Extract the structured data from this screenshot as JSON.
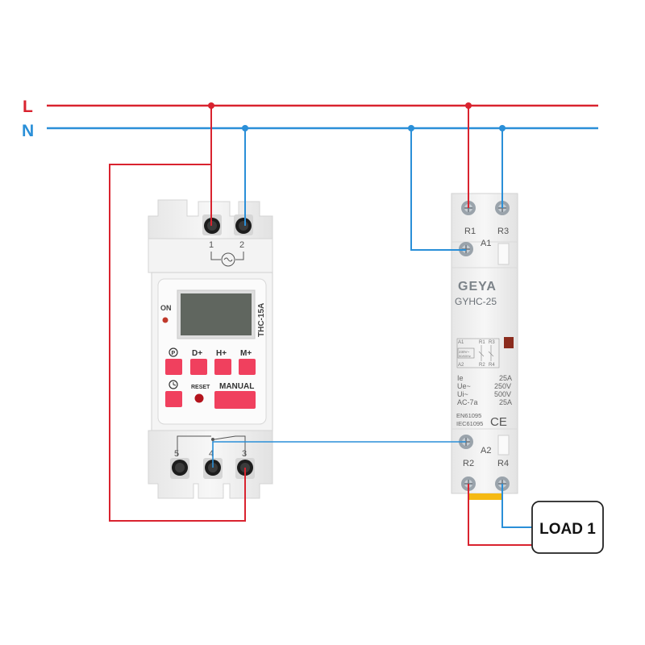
{
  "colors": {
    "live": "#d9232f",
    "neutral": "#2a8fd8",
    "button": "#f0405e",
    "housing": "#f1f1f1",
    "screen": "#60665f"
  },
  "lines": {
    "live_label": "L",
    "neutral_label": "N"
  },
  "timer": {
    "model": "THC-15A",
    "on_label": "ON",
    "terminals_top": [
      "1",
      "2"
    ],
    "terminals_bottom": [
      "5",
      "4",
      "3"
    ],
    "buttons": {
      "program": "P",
      "day": "D+",
      "hour": "H+",
      "minute": "M+",
      "clock": "clock-icon",
      "reset": "RESET",
      "manual": "MANUAL"
    }
  },
  "contactor": {
    "brand": "GEYA",
    "model": "GYHC-25",
    "terminal_labels": {
      "r1": "R1",
      "r3": "R3",
      "a1": "A1",
      "a2": "A2",
      "r2": "R2",
      "r4": "R4"
    },
    "schematic": {
      "a1": "A1",
      "a2": "A2",
      "r1": "R1",
      "r3": "R3",
      "r2": "R2",
      "r4": "R4",
      "voltage": "230V~",
      "freq": "50/60Hz"
    },
    "specs": [
      {
        "key": "Ie",
        "value": "25A"
      },
      {
        "key": "Ue~",
        "value": "250V"
      },
      {
        "key": "Ui~",
        "value": "500V"
      },
      {
        "key": "AC-7a",
        "value": "25A"
      }
    ],
    "standards": [
      "EN61095",
      "IEC61095"
    ],
    "mark": "CE"
  },
  "load": {
    "label": "LOAD 1"
  }
}
